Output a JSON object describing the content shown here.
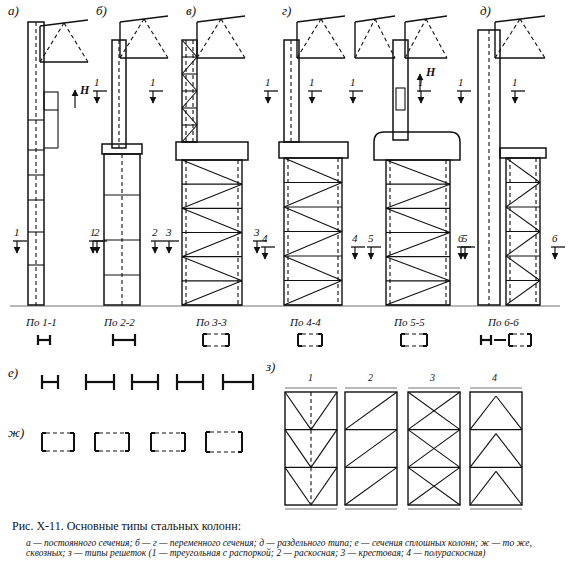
{
  "diagram": {
    "caption": "Рис. X-11. Основные типы стальных колонн:",
    "labels": [
      "а)",
      "б)",
      "в)",
      "г)",
      "д)",
      "H",
      "H",
      "1",
      "1",
      "1",
      "1",
      "2",
      "2",
      "3",
      "3",
      "1",
      "1",
      "4",
      "4",
      "1",
      "1",
      "5",
      "5",
      "1",
      "1",
      "6",
      "6",
      "По 1-1",
      "По 2-2",
      "По 3-3",
      "По 4-4",
      "По 5-5",
      "По 6-6",
      "е)",
      "ж)",
      "з)",
      "1",
      "2",
      "3",
      "4",
      "а — постоянного сечения; б — г — переменного сечения; д — раздельного типа; е — сечения сплошных колонн; ж — то же, сквозных; з — типы решеток (1 — треугольная с распоркой; 2 — раскосная; 3 — крестовая; 4 — полураскосная)"
    ]
  }
}
